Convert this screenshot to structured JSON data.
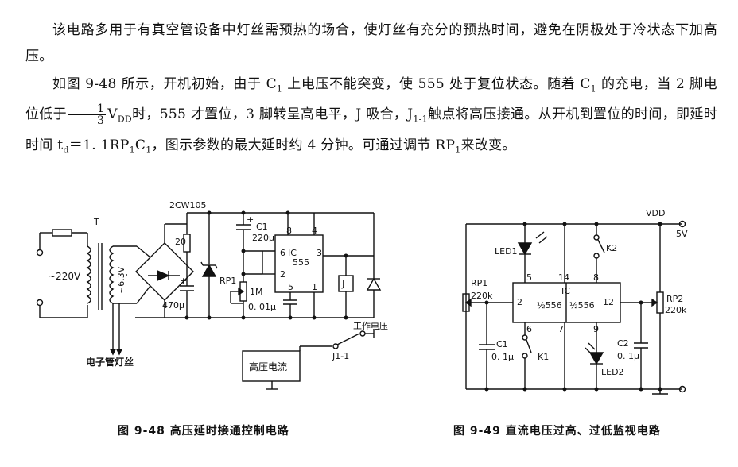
{
  "text": {
    "p1": "该电路多用于有真空管设备中灯丝需预热的场合，使灯丝有充分的预热时间，避免在阴极处于冷状态下加高压。",
    "p2_a": "如图 9-48 所示，开机初始，由于 C",
    "p2_a_sub": "1",
    "p2_b": " 上电压不能突变，使 555 处于复位状态。随着 C",
    "p2_b_sub": "1",
    "p2_c": " 的充电，当 2 脚电位低于",
    "frac_num": "1",
    "frac_den": "3",
    "p2_d": "V",
    "p2_d_sub": "DD",
    "p2_e": "时，555 才置位，3 脚转呈高电平，J 吸合，J",
    "p2_e_sub": "1-1",
    "p2_f": "触点将高压接通。从开机到置位的时间，即延时时间 t",
    "p2_f_sub": "d",
    "p2_g": "＝1. 1RP",
    "p2_g_sub": "1",
    "p2_h": "C",
    "p2_h_sub": "1",
    "p2_i": "，图示参数的最大延时约 4 分钟。可通过调节 RP",
    "p2_i_sub": "1",
    "p2_j": "来改变。"
  },
  "fig1": {
    "zener": "2CW105",
    "transformer": "T",
    "ac_input": "~220V",
    "secondary": "~6.3V",
    "r20": "20",
    "cap_c1": "C1",
    "cap_c1_val": "220μ",
    "cap_470": "470μ",
    "ic_label": "IC",
    "ic_num": "555",
    "pin8": "8",
    "pin4": "4",
    "pin6": "6",
    "pin3": "3",
    "pin2": "2",
    "pin5": "5",
    "pin1": "1",
    "rp1": "RP1",
    "rp1_val": "1M",
    "cap_001": "0. 01μ",
    "relay": "J",
    "work_voltage": "工作电压",
    "contact": "J1-1",
    "hv_box": "高压电流",
    "filament": "电子管灯丝",
    "plus": "+"
  },
  "fig2": {
    "vdd": "VDD",
    "v5": "5V",
    "led1": "LED1",
    "k2": "K2",
    "rp1": "RP1",
    "rp1_val": "220k",
    "rp2": "RP2",
    "rp2_val": "220k",
    "pin5": "5",
    "pin14": "14",
    "pin8": "8",
    "pin2": "2",
    "pin12": "12",
    "pin6": "6",
    "pin7": "7",
    "pin9": "9",
    "ic_label": "IC",
    "ic_half1": "½556",
    "ic_half2": "½556",
    "c1": "C1",
    "c1_val": "0. 1μ",
    "k1": "K1",
    "c2": "C2",
    "c2_val": "0. 1μ",
    "led2": "LED2"
  },
  "captions": {
    "fig1": "图 9-48    高压延时接通控制电路",
    "fig2": "图 9-49    直流电压过高、过低监视电路"
  }
}
